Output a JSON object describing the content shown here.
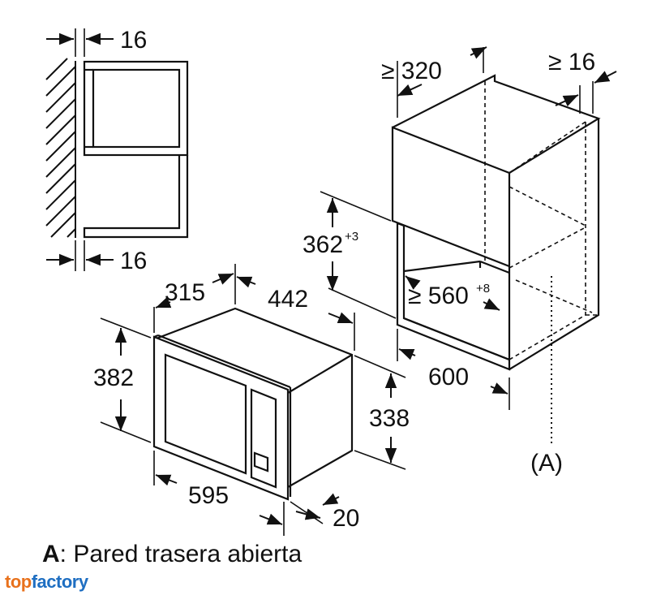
{
  "diagram": {
    "side_view": {
      "dim_top": "16",
      "dim_bottom": "16"
    },
    "cabinet": {
      "dim_depth": "≥ 320",
      "dim_side_gap": "≥ 16",
      "dim_height": "362",
      "dim_height_tol": "+3",
      "dim_width": "≥ 560",
      "dim_width_tol": "+8",
      "dim_front": "600",
      "marker": "(A)"
    },
    "appliance": {
      "dim_depth": "315",
      "dim_width_top": "442",
      "dim_height_front": "382",
      "dim_height_body": "338",
      "dim_width_front": "595",
      "dim_frame": "20"
    }
  },
  "legend": {
    "key": "A",
    "text": ": Pared trasera abierta"
  },
  "logo": {
    "part1": "top",
    "part2": "factory",
    "color1": "#e8711c",
    "color2": "#1f6fc2"
  }
}
